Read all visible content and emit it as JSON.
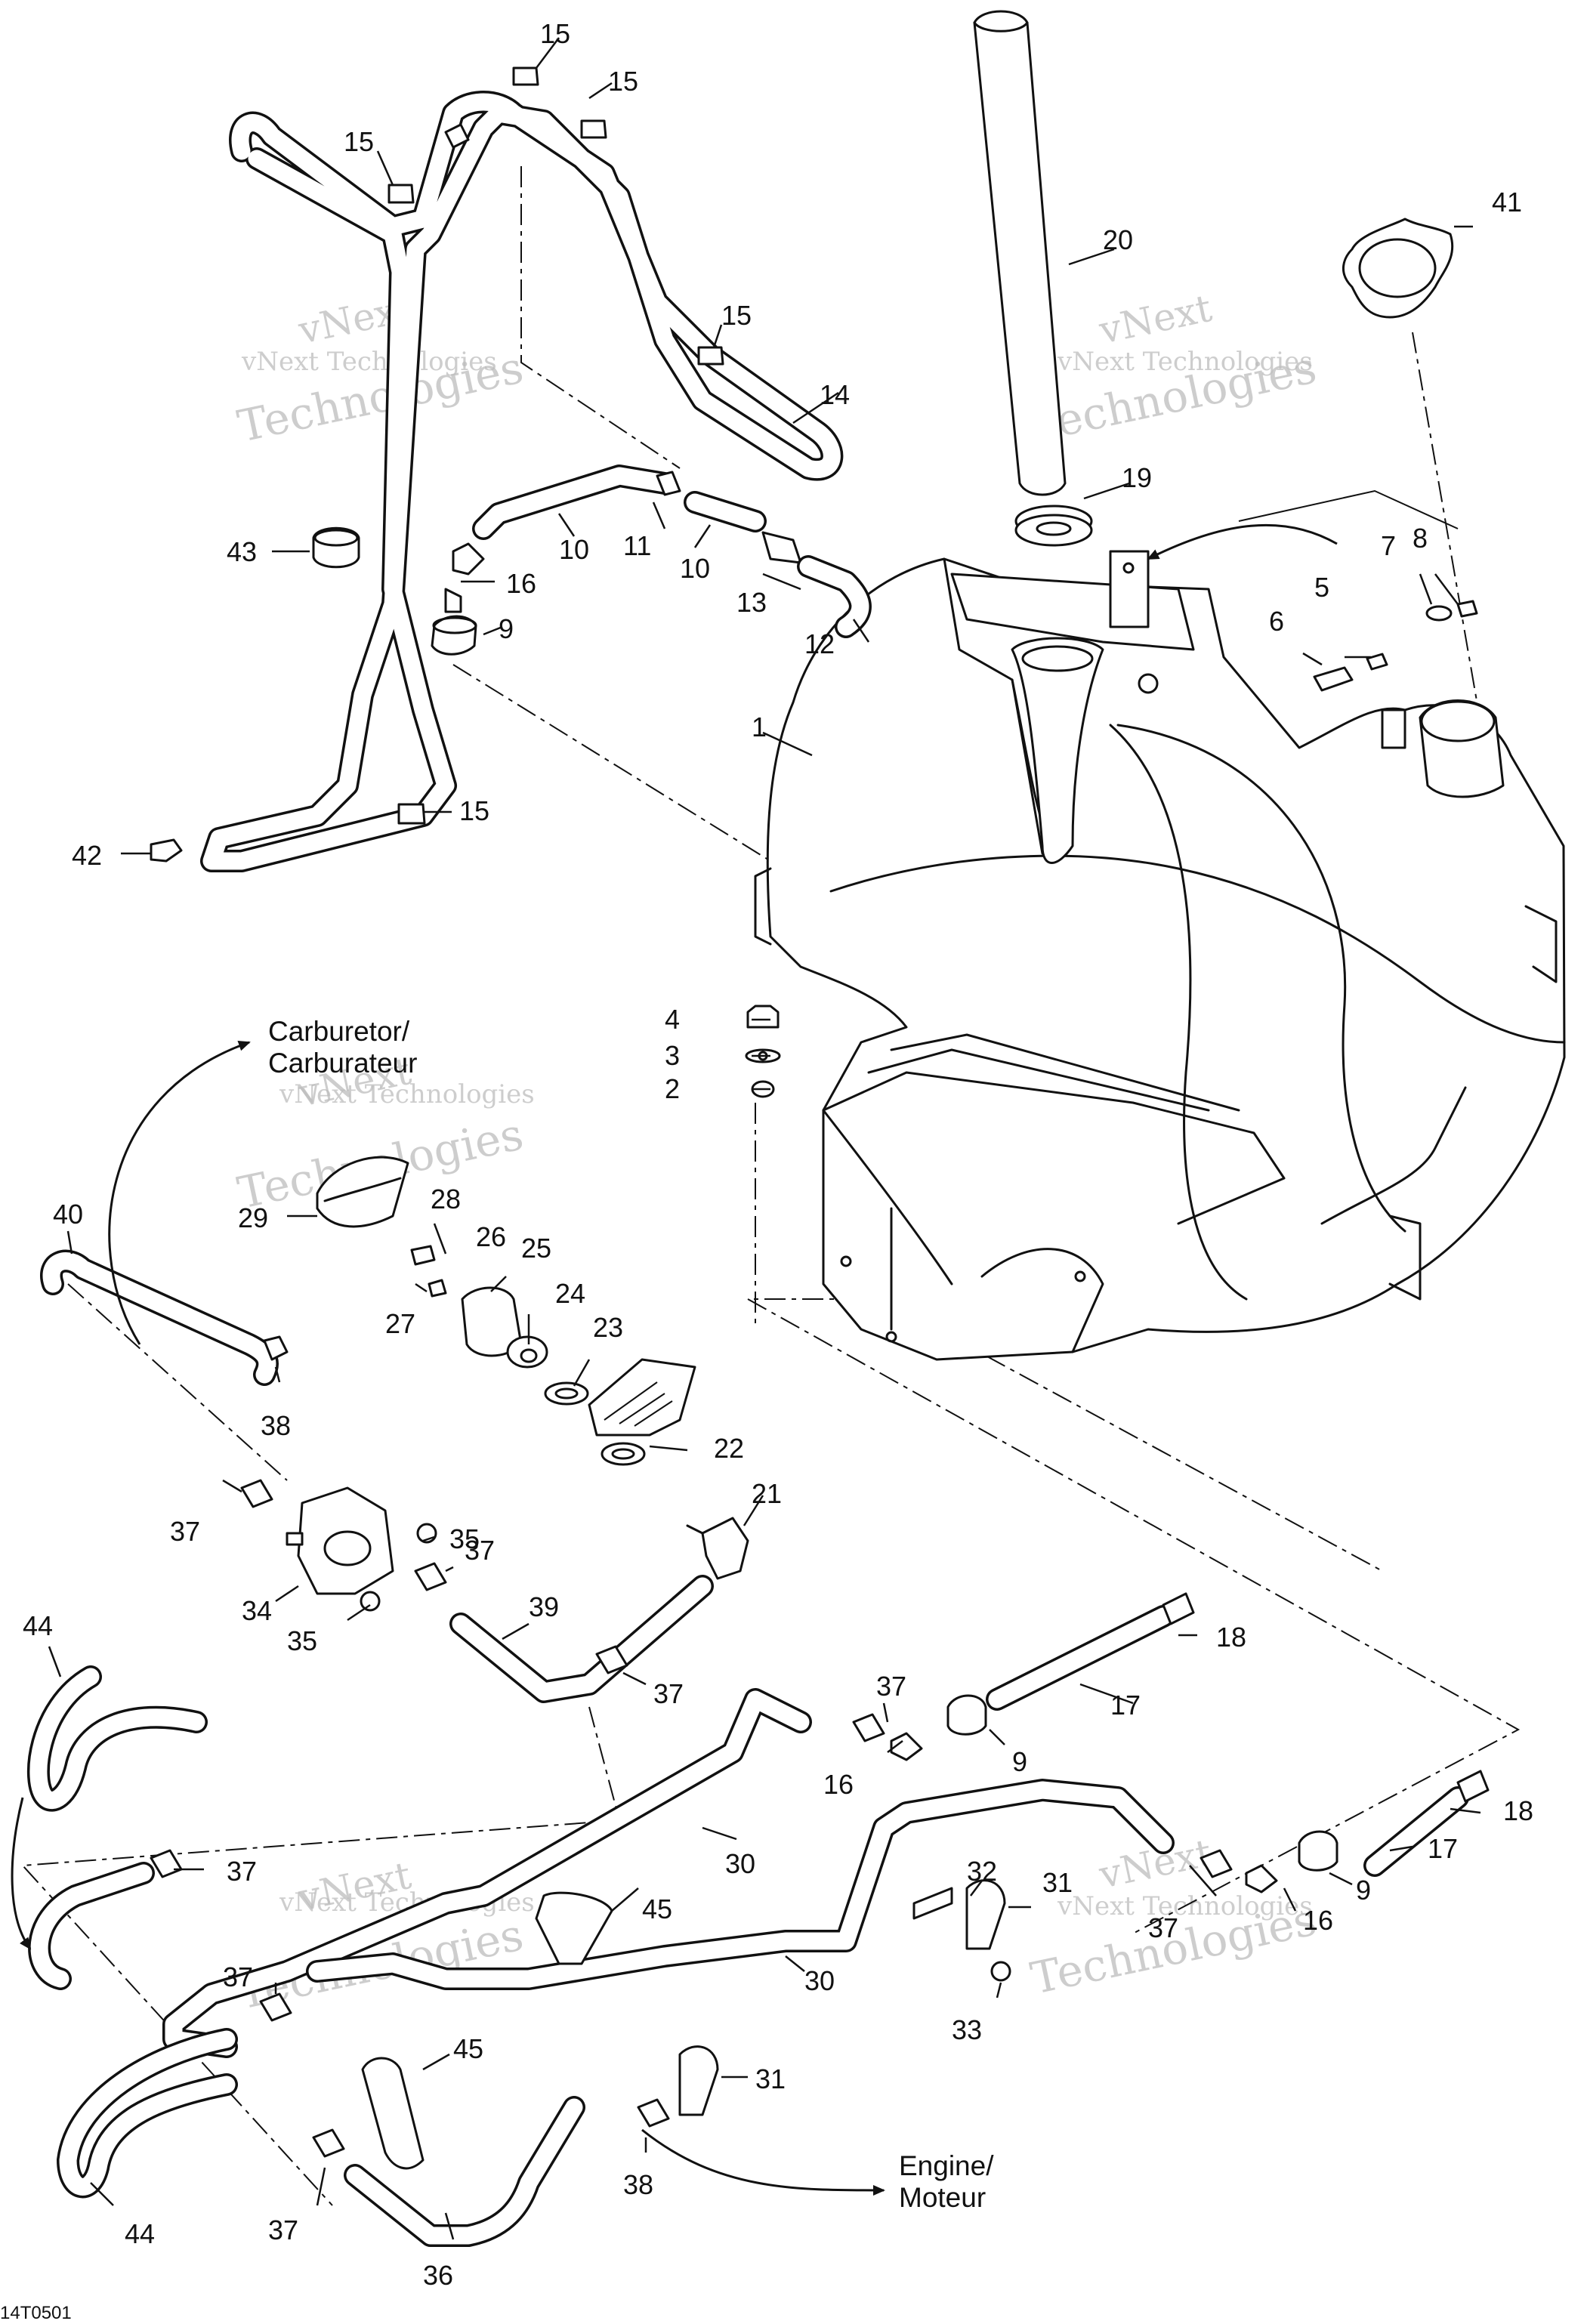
{
  "diagram": {
    "reference_code": "14T0501",
    "watermark_line1": "vNext Technologies",
    "watermark_line2": "vNext",
    "watermark_line3": "Technologies",
    "callouts": {
      "c1": "1",
      "c2": "2",
      "c3": "3",
      "c4": "4",
      "c5": "5",
      "c6": "6",
      "c7": "7",
      "c8": "8",
      "c9a": "9",
      "c9b": "9",
      "c9c": "9",
      "c10a": "10",
      "c10b": "10",
      "c11": "11",
      "c12": "12",
      "c13": "13",
      "c14": "14",
      "c15a": "15",
      "c15b": "15",
      "c15c": "15",
      "c15d": "15",
      "c15e": "15",
      "c16a": "16",
      "c16b": "16",
      "c16c": "16",
      "c17a": "17",
      "c17b": "17",
      "c18a": "18",
      "c18b": "18",
      "c19": "19",
      "c20": "20",
      "c21": "21",
      "c22": "22",
      "c23": "23",
      "c24": "24",
      "c25": "25",
      "c26": "26",
      "c27": "27",
      "c28": "28",
      "c29": "29",
      "c30a": "30",
      "c30b": "30",
      "c31a": "31",
      "c31b": "31",
      "c32": "32",
      "c33": "33",
      "c34": "34",
      "c35a": "35",
      "c35b": "35",
      "c36": "36",
      "c37a": "37",
      "c37b": "37",
      "c37c": "37",
      "c37d": "37",
      "c37e": "37",
      "c37f": "37",
      "c37g": "37",
      "c37h": "37",
      "c38a": "38",
      "c38b": "38",
      "c39": "39",
      "c40": "40",
      "c41": "41",
      "c42": "42",
      "c43": "43",
      "c44a": "44",
      "c44b": "44",
      "c45a": "45",
      "c45b": "45"
    },
    "destinations": {
      "carburetor_en": "Carburetor/",
      "carburetor_fr": "Carburateur",
      "engine_en": "Engine/",
      "engine_fr": "Moteur"
    }
  }
}
